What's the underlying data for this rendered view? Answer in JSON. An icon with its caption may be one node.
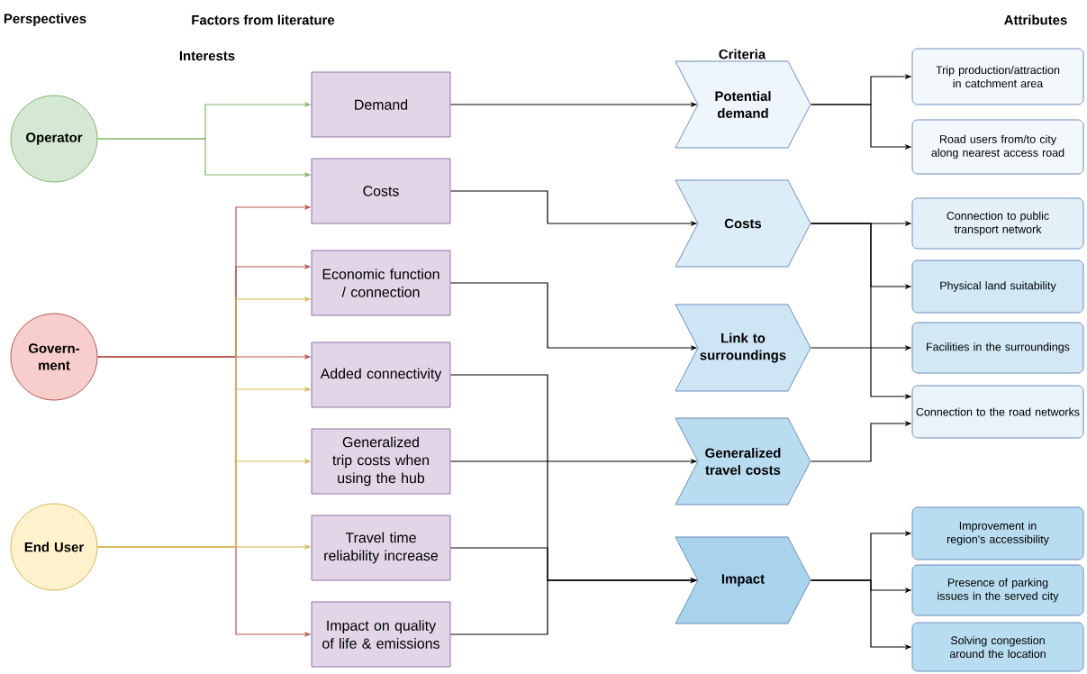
{
  "diagram": {
    "nodes": [
      {
        "text": [
          "Operator"
        ]
      },
      {
        "text": [
          "Govern- ment"
        ]
      },
      {
        "text": [
          "End User"
        ]
      },
      {
        "text": [
          "Demand"
        ]
      },
      {
        "text": [
          "Costs"
        ]
      },
      {
        "text": [
          "Economic function / connection"
        ]
      },
      {
        "text": [
          "Added connectivity"
        ]
      },
      {
        "text": [
          "Generalized trip costs when using the hub"
        ]
      },
      {
        "text": [
          "Travel time reliability increase"
        ]
      },
      {
        "text": [
          "Impact on quality of life & emissions"
        ]
      },
      {
        "text": [
          "Potential demand"
        ]
      },
      {
        "text": [
          "Costs"
        ]
      },
      {
        "text": [
          "Link to surroundings"
        ]
      },
      {
        "text": [
          "Generalized travel costs"
        ]
      },
      {
        "text": [
          "Impact"
        ]
      },
      {
        "text": [
          "Trip production/attraction in catchment area"
        ]
      },
      {
        "text": [
          "Road users from/to city along nearest access road"
        ]
      },
      {
        "text": [
          "Connection to public transport network"
        ]
      },
      {
        "text": [
          "Physical land suitability"
        ]
      },
      {
        "text": [
          "Facilities in the surroundings"
        ]
      },
      {
        "text": [
          "Connection to the road networks"
        ]
      },
      {
        "text": [
          "Improvement in region's accessibility"
        ]
      },
      {
        "text": [
          "Presence of parking issues in the served city"
        ]
      },
      {
        "text": [
          "Solving congestion around the location"
        ]
      }
    ],
    "edges": [
      {
        "from": 0,
        "to": 3,
        "arrow": "to",
        "color": "#82b366"
      },
      {
        "from": 0,
        "to": 4,
        "arrow": "to",
        "color": "#82b366"
      },
      {
        "from": 1,
        "to": 4,
        "arrow": "to",
        "color": "#b85450"
      },
      {
        "from": 1,
        "to": 5,
        "arrow": "to",
        "color": "#b85450"
      },
      {
        "from": 1,
        "to": 6,
        "arrow": "to",
        "color": "#b85450"
      },
      {
        "from": 1,
        "to": 9,
        "arrow": "to",
        "color": "#b85450"
      },
      {
        "from": 2,
        "to": 5,
        "arrow": "to",
        "color": "#d6b656"
      },
      {
        "from": 2,
        "to": 6,
        "arrow": "to",
        "color": "#d6b656"
      },
      {
        "from": 2,
        "to": 7,
        "arrow": "to",
        "color": "#d6b656"
      },
      {
        "from": 2,
        "to": 8,
        "arrow": "to",
        "color": "#d6b656"
      },
      {
        "from": 3,
        "to": 10,
        "arrow": "to"
      },
      {
        "from": 4,
        "to": 11,
        "arrow": "to"
      },
      {
        "from": 5,
        "to": 12,
        "arrow": "to"
      },
      {
        "from": 7,
        "to": 13,
        "arrow": "to"
      },
      {
        "from": 6,
        "to": 14,
        "arrow": "to"
      },
      {
        "from": 8,
        "to": 14,
        "arrow": "to"
      },
      {
        "from": 9,
        "to": 14,
        "arrow": "to"
      },
      {
        "from": 10,
        "to": 15,
        "arrow": "to"
      },
      {
        "from": 10,
        "to": 16,
        "arrow": "to"
      },
      {
        "from": 11,
        "to": 17,
        "arrow": "to"
      },
      {
        "from": 11,
        "to": 18,
        "arrow": "to"
      },
      {
        "from": 11,
        "to": 20,
        "arrow": "to"
      },
      {
        "from": 12,
        "to": 19,
        "arrow": "to"
      },
      {
        "from": 13,
        "to": 20,
        "arrow": "to"
      },
      {
        "from": 14,
        "to": 21,
        "arrow": "to"
      },
      {
        "from": 14,
        "to": 22,
        "arrow": "to"
      },
      {
        "from": 14,
        "to": 23,
        "arrow": "to"
      }
    ],
    "labels": [
      "Perspectives",
      "Factors from literature",
      "Attributes",
      "Interests",
      "Criteria"
    ]
  }
}
